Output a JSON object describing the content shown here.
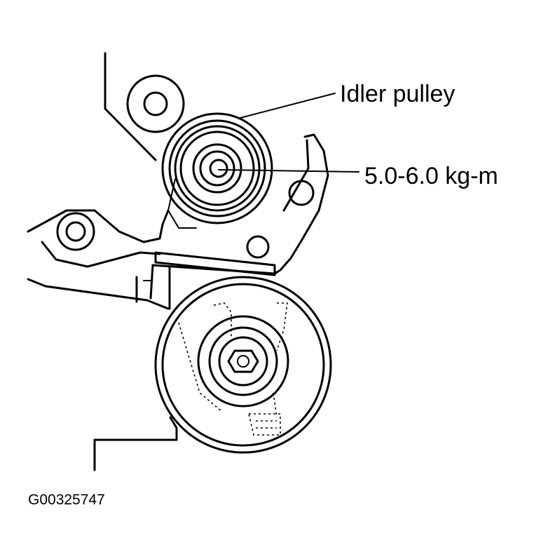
{
  "labels": {
    "idler_pulley": "Idler pulley",
    "torque_spec": "5.0-6.0 kg-m",
    "figure_id": "G00325747"
  },
  "colors": {
    "line": "#000000",
    "background": "#ffffff"
  }
}
